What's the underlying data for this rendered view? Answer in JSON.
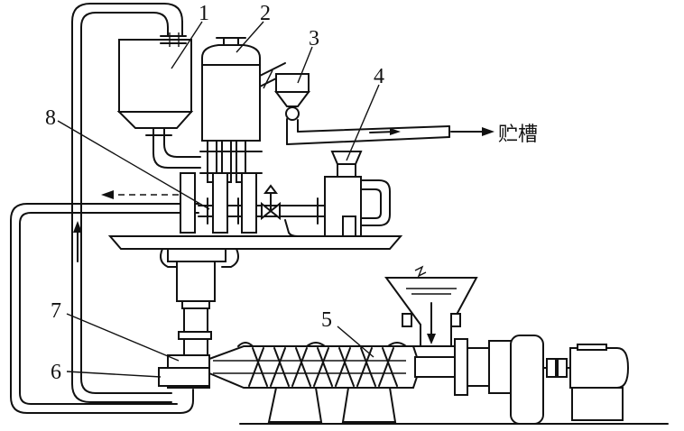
{
  "labels": {
    "n1": "1",
    "n2": "2",
    "n3": "3",
    "n4": "4",
    "n5": "5",
    "n6": "6",
    "n7": "7",
    "n8": "8"
  },
  "outlet_text": "贮槽"
}
